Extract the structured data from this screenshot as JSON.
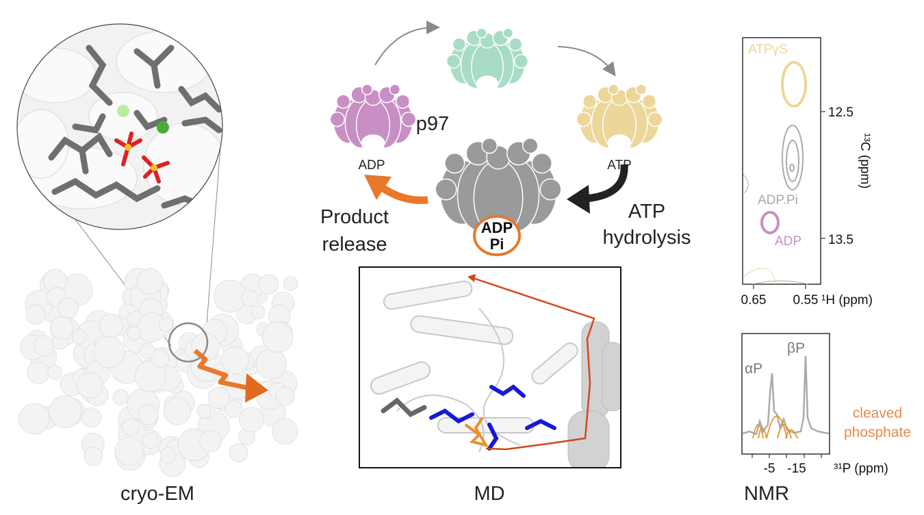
{
  "panels": {
    "cryo_em": {
      "label": "cryo-EM"
    },
    "md": {
      "label": "MD"
    },
    "nmr": {
      "label": "NMR"
    }
  },
  "cycle": {
    "center_label": "p97",
    "states": [
      {
        "name": "apo",
        "color": "#a8dcc4",
        "label": ""
      },
      {
        "name": "atp",
        "color": "#ecd699",
        "label": "ATP"
      },
      {
        "name": "adp_pi",
        "color": "#9a9a9a",
        "label_line1": "ADP",
        "label_line2": "Pi"
      },
      {
        "name": "adp",
        "color": "#c88fc4",
        "label": "ADP"
      }
    ],
    "hydrolysis_line1": "ATP",
    "hydrolysis_line2": "hydrolysis",
    "release_line1": "Product",
    "release_line2": "release",
    "accent": "#e8782a"
  },
  "nmr_2d": {
    "labels": {
      "atpgs": "ATPγS",
      "adppi": "ADP.Pi",
      "adp": "ADP"
    },
    "y_ticks": [
      "12.5",
      "13.5"
    ],
    "x_ticks": [
      "0.65",
      "0.55"
    ],
    "y_axis_label": "¹³C (ppm)",
    "x_axis_label": "¹H (ppm)"
  },
  "nmr_1d": {
    "labels": {
      "alpha": "αP",
      "beta": "βP",
      "cleaved_line1": "cleaved",
      "cleaved_line2": "phosphate"
    },
    "x_ticks": [
      "-5",
      "-15"
    ],
    "x_axis_label": "³¹P (ppm)"
  }
}
